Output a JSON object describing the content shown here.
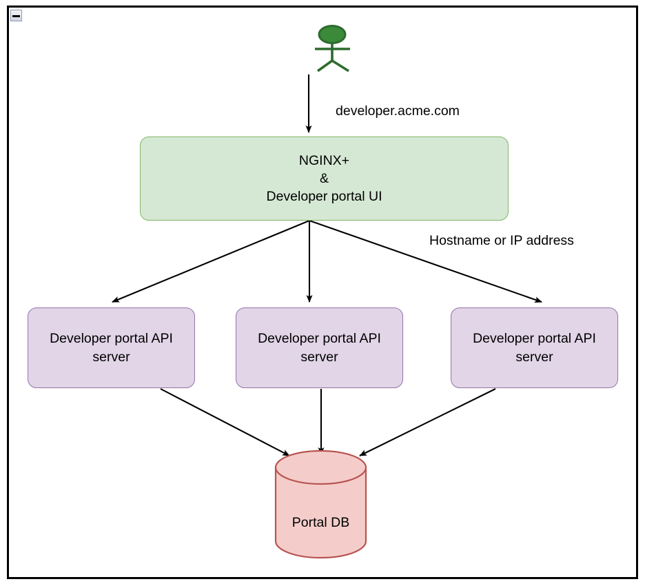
{
  "frame": {
    "collapse_button": {
      "icon": "minus-icon",
      "label": "−",
      "title": "Collapse"
    },
    "border_color": "#000000",
    "background": "#ffffff"
  },
  "palette": {
    "green_fill": "#d5e8d4",
    "green_stroke": "#82b366",
    "purple_fill": "#e1d5e7",
    "purple_stroke": "#9673a6",
    "red_fill": "#f4cdcb",
    "red_stroke": "#b85450",
    "actor_fill": "#3a8a3a",
    "actor_stroke": "#2d6b2d",
    "edge_color": "#000000",
    "text_color": "#000000"
  },
  "nodes": {
    "actor": {
      "name": "user-actor",
      "shape": "stick-figure",
      "label": ""
    },
    "gateway": {
      "name": "nginx-developer-portal-ui",
      "label": "NGINX+\n&\nDeveloper portal UI",
      "shape": "rounded-rectangle",
      "fill": "#d5e8d4",
      "stroke": "#82b366"
    },
    "api_servers": [
      {
        "name": "developer-portal-api-server-1",
        "label": "Developer portal API\nserver",
        "shape": "rounded-rectangle",
        "fill": "#e1d5e7",
        "stroke": "#9673a6"
      },
      {
        "name": "developer-portal-api-server-2",
        "label": "Developer portal API\nserver",
        "shape": "rounded-rectangle",
        "fill": "#e1d5e7",
        "stroke": "#9673a6"
      },
      {
        "name": "developer-portal-api-server-3",
        "label": "Developer portal API\nserver",
        "shape": "rounded-rectangle",
        "fill": "#e1d5e7",
        "stroke": "#9673a6"
      }
    ],
    "database": {
      "name": "portal-db",
      "label": "Portal DB",
      "shape": "cylinder",
      "fill": "#f4cdcb",
      "stroke": "#b85450"
    }
  },
  "edge_labels": {
    "actor_to_gateway": "developer.acme.com",
    "gateway_to_api": "Hostname or IP address"
  },
  "edges": [
    {
      "name": "edge-actor-to-gateway",
      "from": "user-actor",
      "to": "nginx-developer-portal-ui",
      "label": "developer.acme.com"
    },
    {
      "name": "edge-gateway-to-api-1",
      "from": "nginx-developer-portal-ui",
      "to": "developer-portal-api-server-1",
      "label": "Hostname or IP address"
    },
    {
      "name": "edge-gateway-to-api-2",
      "from": "nginx-developer-portal-ui",
      "to": "developer-portal-api-server-2",
      "label": ""
    },
    {
      "name": "edge-gateway-to-api-3",
      "from": "nginx-developer-portal-ui",
      "to": "developer-portal-api-server-3",
      "label": ""
    },
    {
      "name": "edge-api-1-to-db",
      "from": "developer-portal-api-server-1",
      "to": "portal-db",
      "label": ""
    },
    {
      "name": "edge-api-2-to-db",
      "from": "developer-portal-api-server-2",
      "to": "portal-db",
      "label": ""
    },
    {
      "name": "edge-api-3-to-db",
      "from": "developer-portal-api-server-3",
      "to": "portal-db",
      "label": ""
    }
  ]
}
